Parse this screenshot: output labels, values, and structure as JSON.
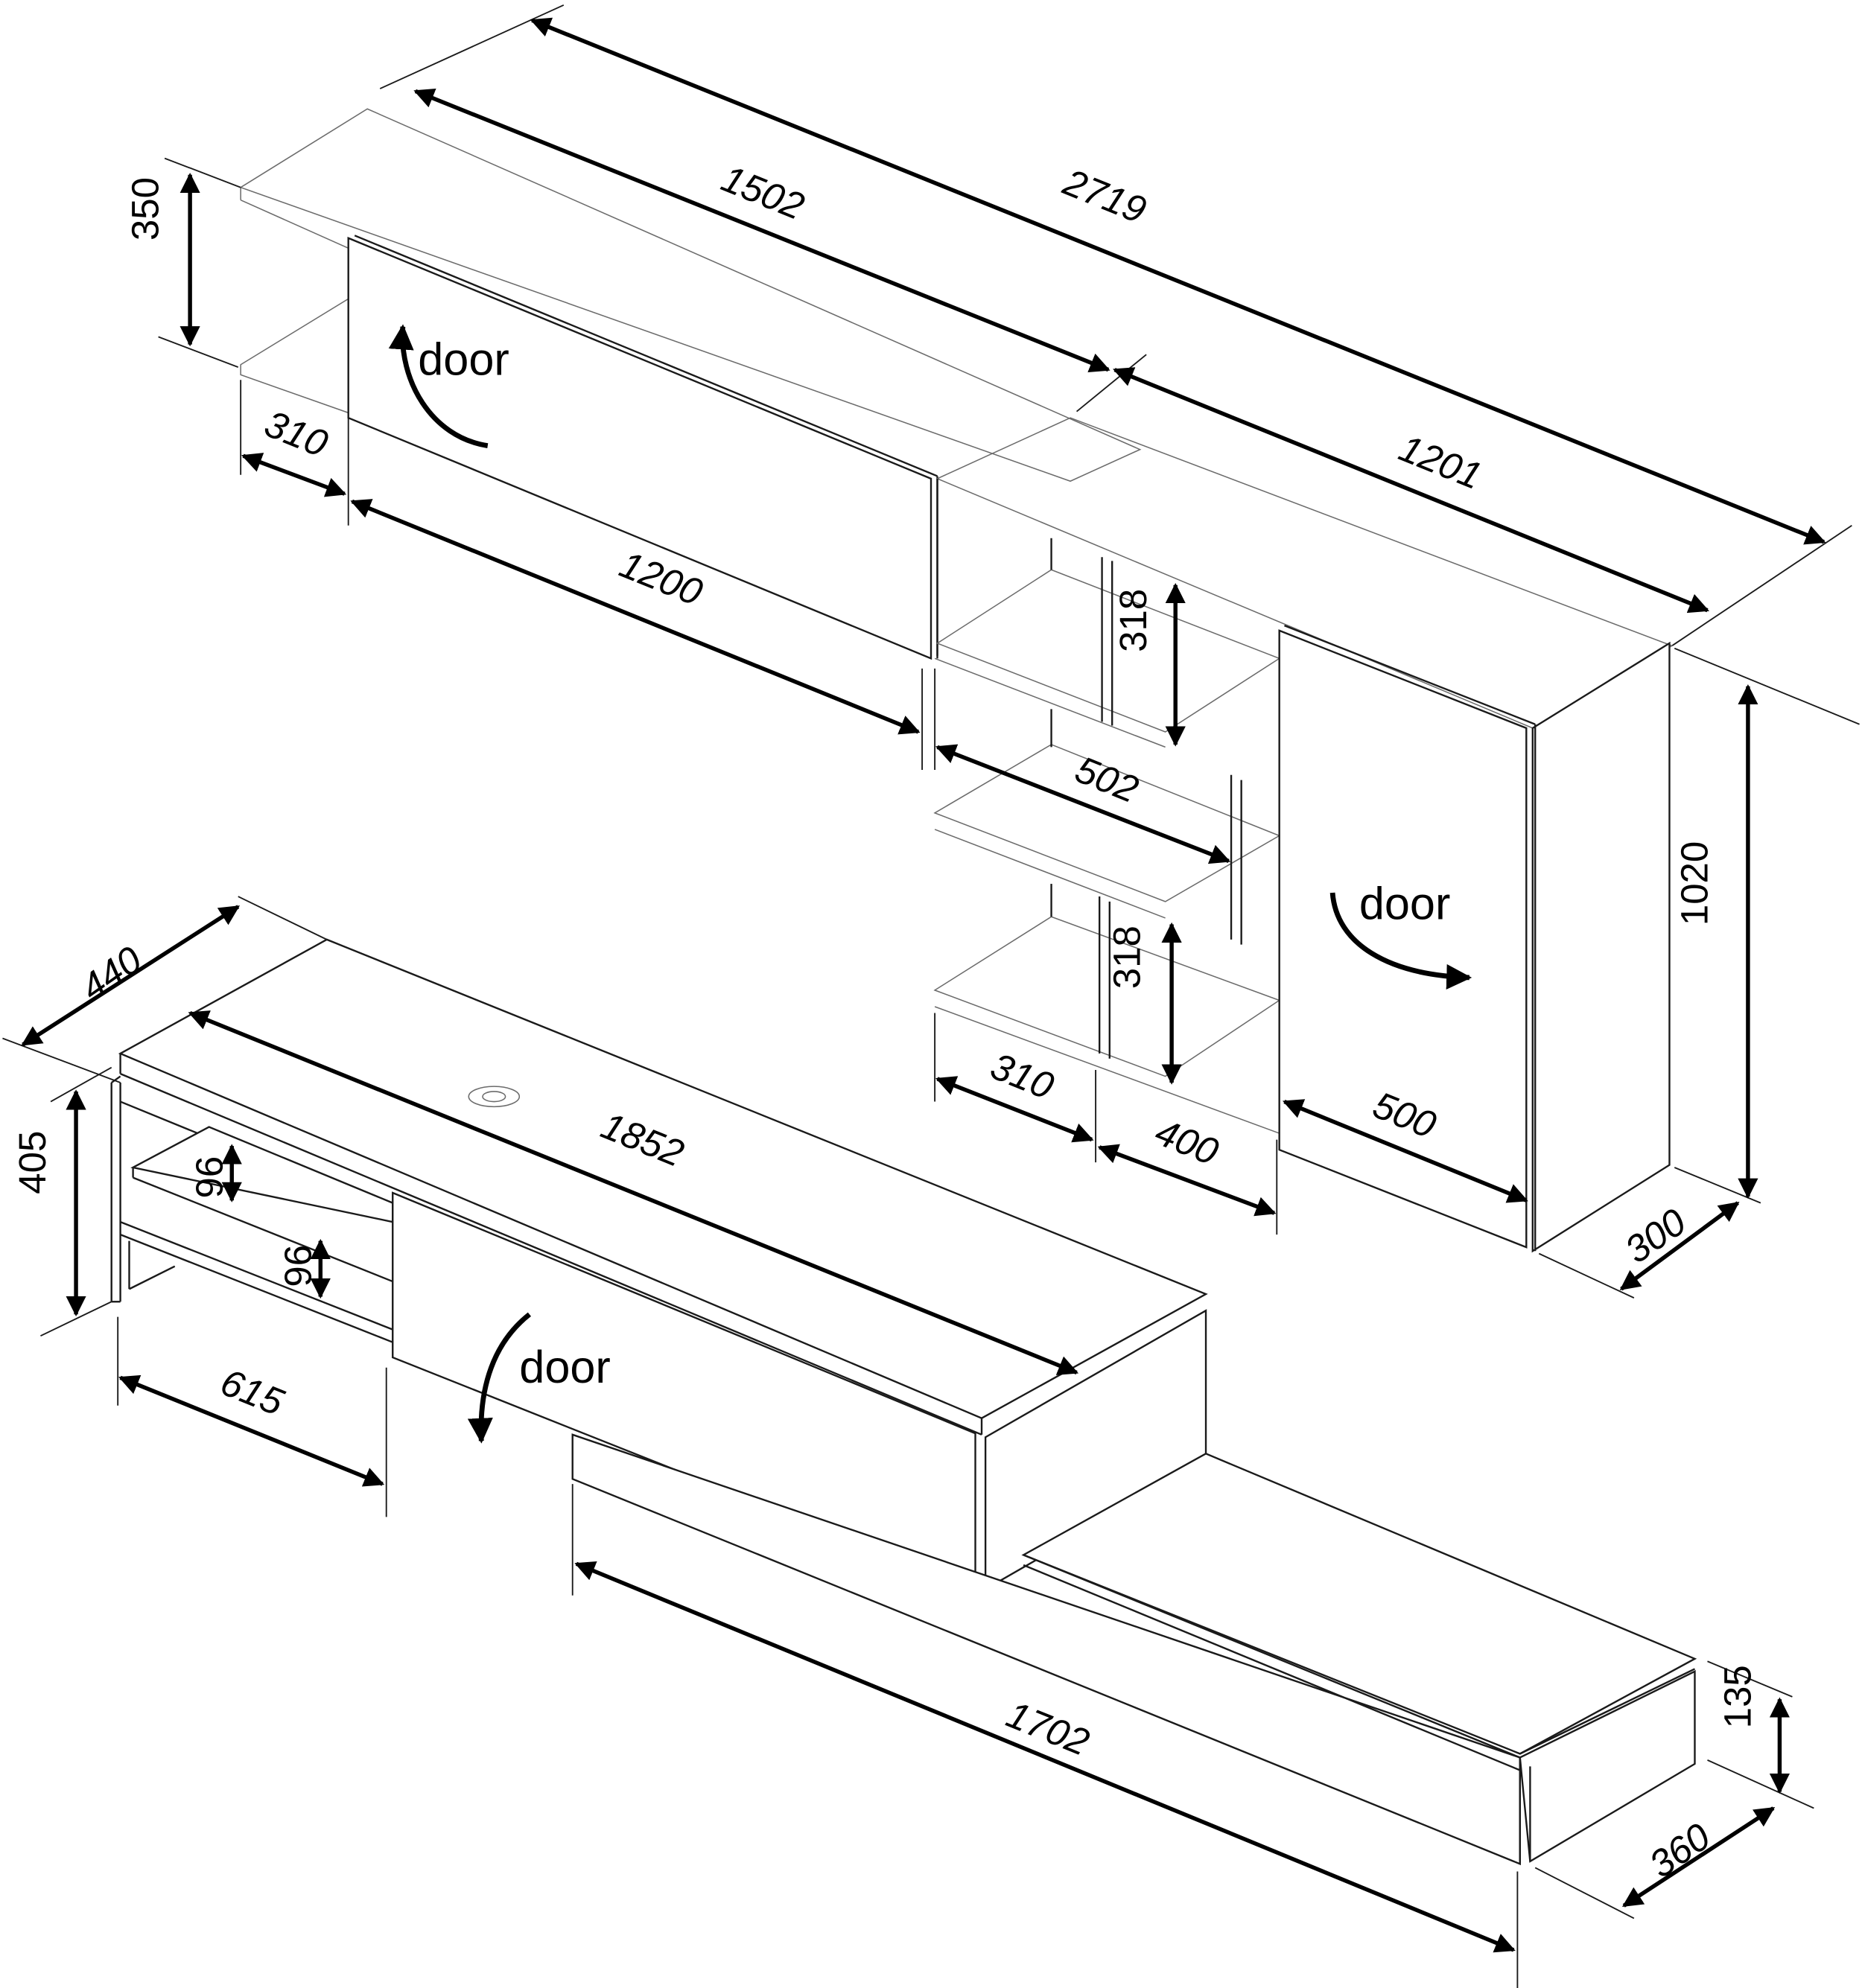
{
  "diagram": {
    "title": "Wall unit / TV stand dimension drawing",
    "units": "mm",
    "colors": {
      "line": "#1a1a1a",
      "dimension": "#000000",
      "background": "#ffffff"
    }
  },
  "upper_shelf": {
    "overall_width": "2719",
    "top_width": "1502",
    "right_width": "1201",
    "height": "350",
    "left_offset": "310",
    "door_width": "1200",
    "door_label": "door"
  },
  "open_shelving": {
    "shelf_width": "502",
    "upper_gap": "318",
    "lower_gap": "318",
    "bottom_left": "310",
    "bottom_mid": "400"
  },
  "tall_cabinet": {
    "width": "500",
    "height": "1020",
    "depth": "300",
    "door_label": "door"
  },
  "tv_stand": {
    "depth": "440",
    "height": "405",
    "top_length": "1852",
    "shelf_gap_top": "96",
    "shelf_gap_bottom": "96",
    "open_section": "615",
    "door_label": "door"
  },
  "plinth": {
    "length": "1702",
    "height": "135",
    "depth": "360"
  }
}
